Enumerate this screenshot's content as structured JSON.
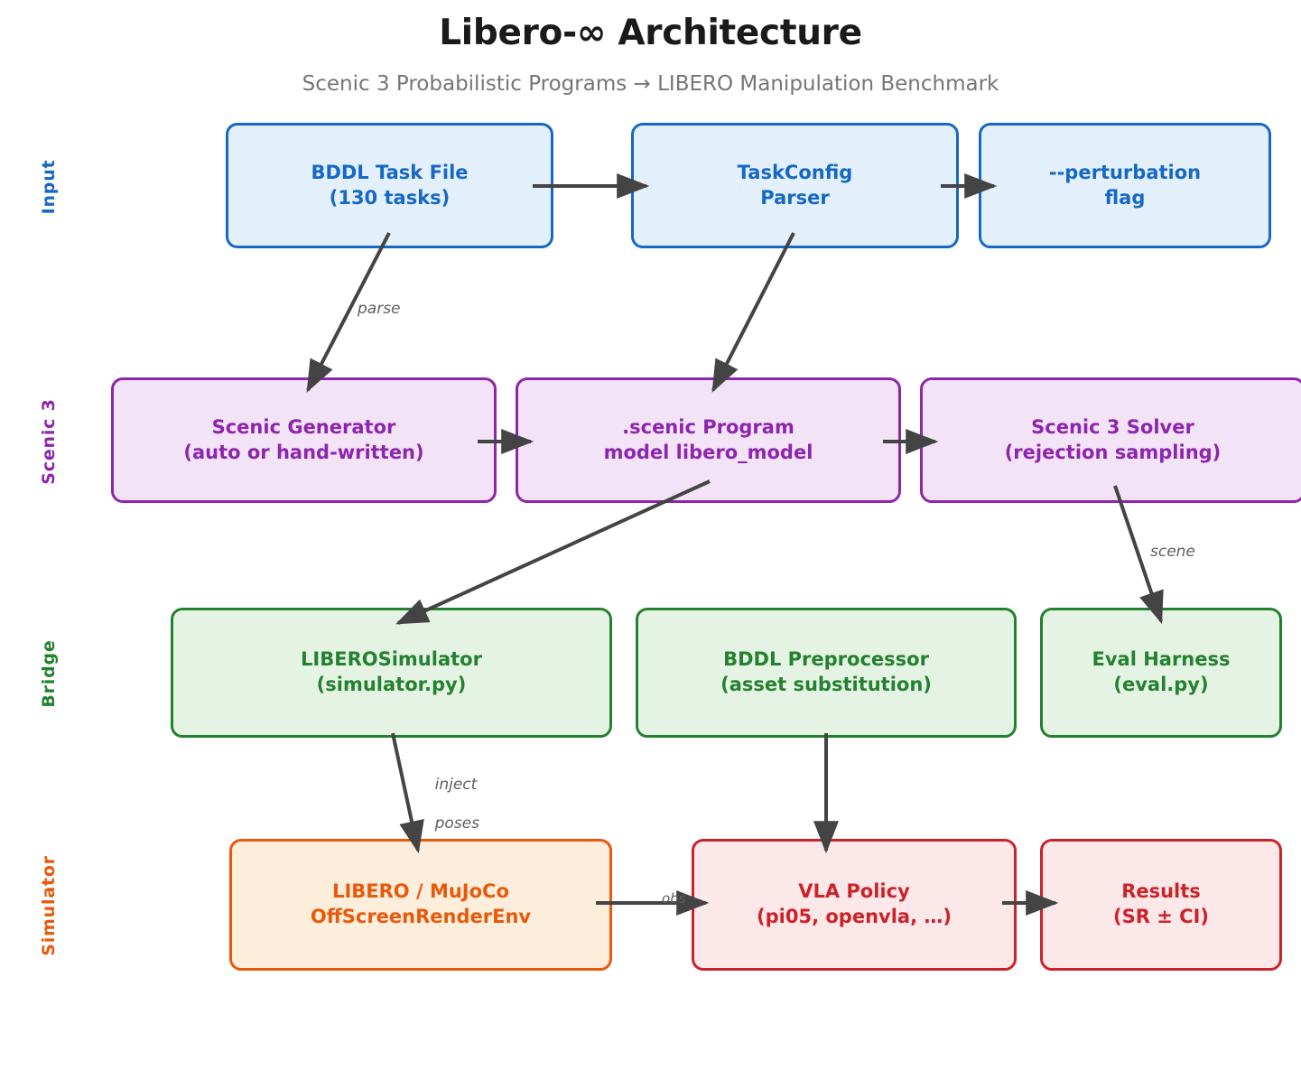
{
  "header": {
    "title": "Libero-∞ Architecture",
    "subtitle": "Scenic 3 Probabilistic Programs → LIBERO Manipulation Benchmark"
  },
  "colors": {
    "input": "#1668c4",
    "scenic": "#8d25ad",
    "bridge": "#24812f",
    "simulator": "#e8590c",
    "policy": "#cc2229",
    "arrow": "#444444",
    "edge_label": "#5f5f5f",
    "title": "#1a1a1a",
    "subtitle": "#757575"
  },
  "bands": [
    {
      "id": "input",
      "label": "Input",
      "color": "#1668c4"
    },
    {
      "id": "scenic",
      "label": "Scenic 3",
      "color": "#8d25ad"
    },
    {
      "id": "bridge",
      "label": "Bridge",
      "color": "#24812f"
    },
    {
      "id": "simulator",
      "label": "Simulator",
      "color": "#e8590c"
    }
  ],
  "nodes": {
    "bddl_task_file": {
      "line1": "BDDL Task File",
      "line2": "(130 tasks)"
    },
    "taskconfig_parser": {
      "line1": "TaskConfig",
      "line2": "Parser"
    },
    "perturbation_flag": {
      "line1": "--perturbation",
      "line2": "flag"
    },
    "scenic_generator": {
      "line1": "Scenic Generator",
      "line2": "(auto or hand-written)"
    },
    "scenic_program": {
      "line1": ".scenic Program",
      "line2": "model libero_model"
    },
    "scenic_solver": {
      "line1": "Scenic 3 Solver",
      "line2": "(rejection sampling)"
    },
    "libero_simulator": {
      "line1": "LIBEROSimulator",
      "line2": "(simulator.py)"
    },
    "bddl_preprocessor": {
      "line1": "BDDL Preprocessor",
      "line2": "(asset substitution)"
    },
    "eval_harness": {
      "line1": "Eval Harness",
      "line2": "(eval.py)"
    },
    "libero_mujoco": {
      "line1": "LIBERO / MuJoCo",
      "line2": "OffScreenRenderEnv"
    },
    "vla_policy": {
      "line1": "VLA Policy",
      "line2": "(pi05, openvla, …)"
    },
    "results": {
      "line1": "Results",
      "line2": "(SR ± CI)"
    }
  },
  "edge_labels": {
    "parse": "parse",
    "scene": "scene",
    "inject_line1": "inject",
    "inject_line2": "poses",
    "obs": "obs"
  }
}
